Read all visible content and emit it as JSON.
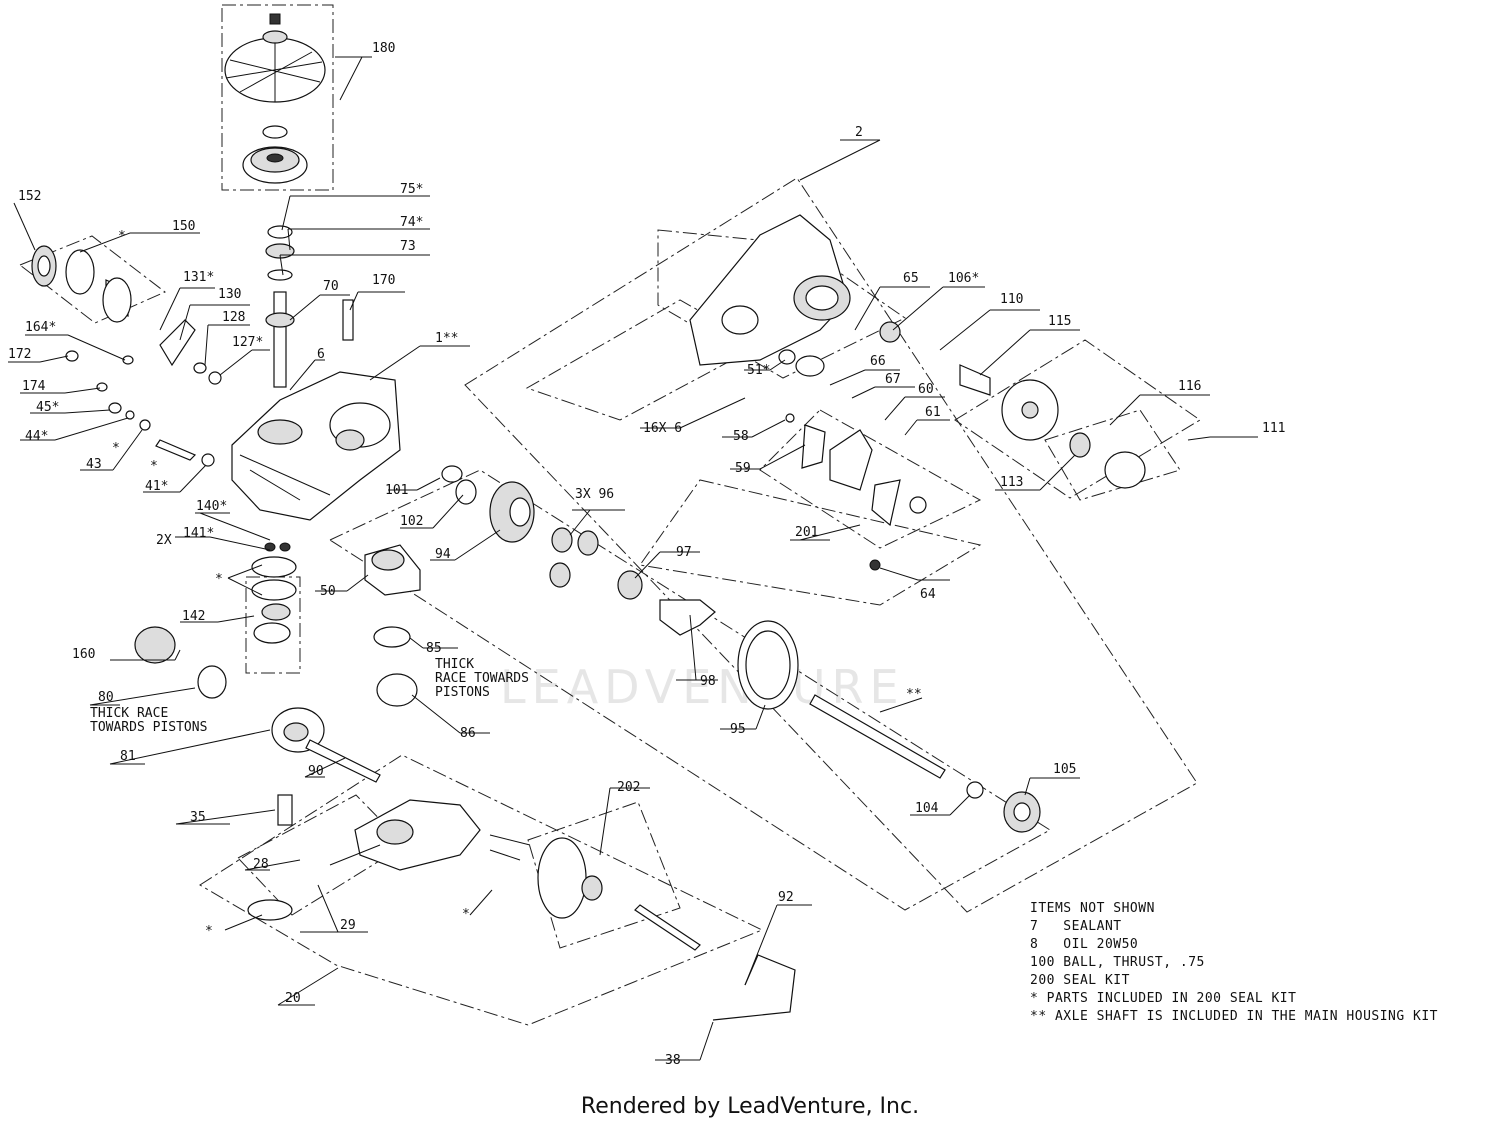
{
  "callouts": {
    "c180": "180",
    "c2": "2",
    "c152": "152",
    "c150": "150",
    "c150star": "*",
    "c75": "75*",
    "c74": "74*",
    "c73": "73",
    "c70": "70",
    "c170": "170",
    "c131": "131*",
    "c130": "130",
    "c128": "128",
    "c127": "127*",
    "c164": "164*",
    "c172": "172",
    "c6": "6",
    "c1": "1**",
    "c174": "174",
    "c45": "45*",
    "c44": "44*",
    "c43": "43",
    "c43star": "*",
    "c41star": "*",
    "c41": "41*",
    "c140": "140*",
    "c2x": "2X",
    "c141": "141*",
    "c142star": "*",
    "c142": "142",
    "c160": "160",
    "c80": "80",
    "c80note1": "THICK RACE",
    "c80note2": "TOWARDS PISTONS",
    "c81": "81",
    "c90": "90",
    "c35": "35",
    "c28": "28",
    "c29": "29",
    "c20": "20",
    "c20star": "*",
    "c29star": "*",
    "c101": "101",
    "c102": "102",
    "c94": "94",
    "c50": "50",
    "c85": "85",
    "c85note1": "THICK",
    "c85note2": "RACE TOWARDS",
    "c85note3": "PISTONS",
    "c86": "86",
    "c3x96": "3X 96",
    "c97": "97",
    "c98": "98",
    "c95": "95",
    "c202": "202",
    "c92": "92",
    "c38": "38",
    "c104": "104",
    "c105": "105",
    "c16x6": "16X 6",
    "c58": "58",
    "c59": "59",
    "c51": "51*",
    "c65": "65",
    "c106": "106*",
    "c110": "110",
    "c115": "115",
    "c66": "66",
    "c67": "67",
    "c60": "60",
    "c61": "61",
    "c116": "116",
    "c111": "111",
    "c113": "113",
    "c201": "201",
    "c64": "64",
    "c99": "**"
  },
  "notes": {
    "title": "ITEMS NOT SHOWN",
    "n1": "7   SEALANT",
    "n2": "8   OIL 20W50",
    "n3": "100 BALL, THRUST, .75",
    "n4": "200 SEAL KIT",
    "n5": "* PARTS INCLUDED IN 200 SEAL KIT",
    "n6": "** AXLE SHAFT IS INCLUDED IN THE MAIN HOUSING KIT"
  },
  "footer": "Rendered by LeadVenture, Inc.",
  "watermark": "LEADVENTURE"
}
